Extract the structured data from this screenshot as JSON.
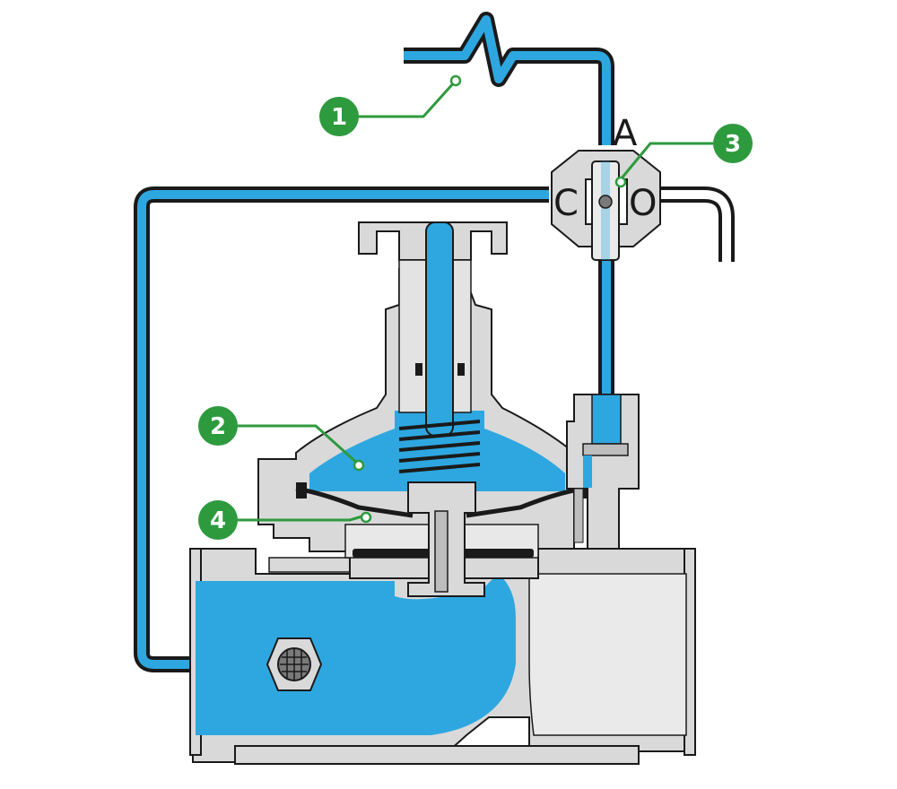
{
  "selector": {
    "port_a": "A",
    "port_c": "C",
    "port_o": "O"
  },
  "callouts": [
    {
      "number": "1",
      "target": "supply-pipe"
    },
    {
      "number": "2",
      "target": "control-chamber"
    },
    {
      "number": "3",
      "target": "three-way-selector"
    },
    {
      "number": "4",
      "target": "diaphragm"
    }
  ],
  "colors": {
    "water": "#2ea7e0",
    "body": "#d9d9d9",
    "outline": "#1a1a1a",
    "callout": "#2e9a3e"
  }
}
